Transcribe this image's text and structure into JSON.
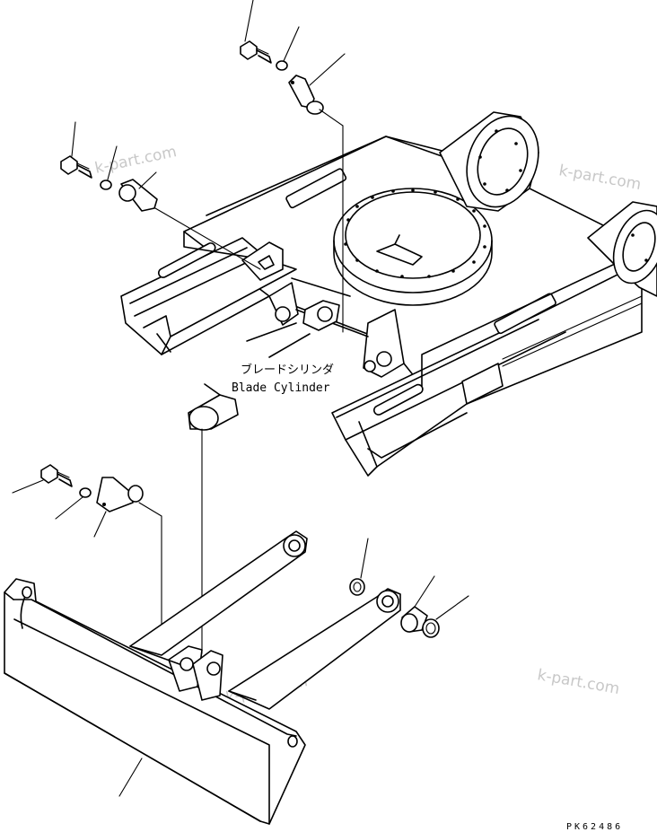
{
  "callout": {
    "label_jp": "ブレードシリンダ",
    "label_en": "Blade Cylinder"
  },
  "watermarks": [
    {
      "text": "k-part.com"
    },
    {
      "text": "k-part.com"
    },
    {
      "text": "k-part.com"
    },
    {
      "text": "k-part.com"
    }
  ],
  "drawing_code": "PK62486"
}
